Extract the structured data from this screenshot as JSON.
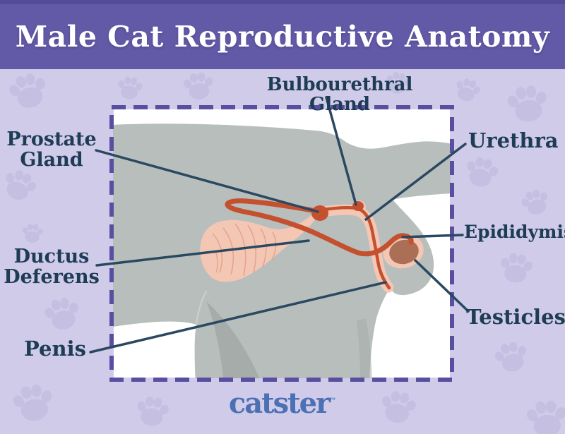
{
  "header": {
    "title": "Male Cat Reproductive Anatomy"
  },
  "diagram": {
    "background_icon": "paw-print-icon",
    "labels": [
      {
        "name": "bulbourethral-gland",
        "text": "Bulbourethral Gland"
      },
      {
        "name": "prostate-gland",
        "text": "Prostate\nGland"
      },
      {
        "name": "urethra",
        "text": "Urethra"
      },
      {
        "name": "epididymis",
        "text": "Epididymis"
      },
      {
        "name": "ductus-deferens",
        "text": "Ductus\nDeferens"
      },
      {
        "name": "testicles",
        "text": "Testicles"
      },
      {
        "name": "penis",
        "text": "Penis"
      }
    ]
  },
  "footer": {
    "logo_text": "catster",
    "trademark": "™"
  },
  "colors": {
    "page-bg": "#cfcbe9",
    "paw": "#c5c0e2",
    "header-bg": "#625aa7",
    "header-edge": "#544c96",
    "title-text": "#ffffff",
    "label-text": "#1e3c55",
    "leader-line": "#2a4860",
    "border-dash": "#584fa1",
    "panel-bg": "#ffffff",
    "cat-gray": "#b8bebc",
    "cat-shadow": "#a6aca9",
    "organ-pink": "#f4c7b5",
    "organ-pink-line": "#de9e82",
    "organ-red": "#c4502e",
    "testicle-brown": "#aa6f55",
    "logo-blue": "#4c70b4"
  }
}
